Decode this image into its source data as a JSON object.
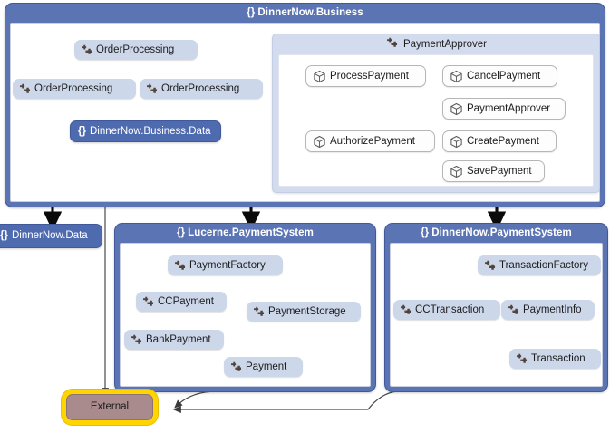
{
  "diagram": {
    "type": "code-map",
    "title": "DinnerNow.Business code map"
  },
  "groups": [
    {
      "id": "dinnernow-business",
      "label": "DinnerNow.Business",
      "brace": "{}",
      "icon": "namespace-icon",
      "header_color": "#5b74b4"
    },
    {
      "id": "lucerne-paymentsystem",
      "label": "Lucerne.PaymentSystem",
      "brace": "{}",
      "icon": "namespace-icon",
      "header_color": "#5b74b4"
    },
    {
      "id": "dinnernow-paymentsystem",
      "label": "DinnerNow.PaymentSystem",
      "brace": "{}",
      "icon": "namespace-icon",
      "header_color": "#5b74b4"
    }
  ],
  "subgroup": {
    "id": "paymentapprover-group",
    "label": "PaymentApprover",
    "icon": "class-icon"
  },
  "business_nodes": [
    {
      "id": "orderprocessing-top",
      "label": "OrderProcessing",
      "icon": "class-icon"
    },
    {
      "id": "orderprocessing-left",
      "label": "OrderProcessing",
      "icon": "class-icon"
    },
    {
      "id": "orderprocessing-right",
      "label": "OrderProcessing",
      "icon": "class-icon"
    }
  ],
  "business_data_node": {
    "id": "dinnernow-business-data",
    "label": "DinnerNow.Business.Data",
    "brace": "{}",
    "icon": "namespace-icon"
  },
  "methods": [
    {
      "id": "processpayment",
      "label": "ProcessPayment",
      "icon": "method-icon"
    },
    {
      "id": "authorizepayment",
      "label": "AuthorizePayment",
      "icon": "method-icon"
    },
    {
      "id": "cancelpayment",
      "label": "CancelPayment",
      "icon": "method-icon"
    },
    {
      "id": "paymentapprover",
      "label": "PaymentApprover",
      "icon": "method-icon"
    },
    {
      "id": "createpayment",
      "label": "CreatePayment",
      "icon": "method-icon"
    },
    {
      "id": "savepayment",
      "label": "SavePayment",
      "icon": "method-icon"
    }
  ],
  "dinnernow_data_node": {
    "id": "dinnernow-data",
    "label": "DinnerNow.Data",
    "brace": "{}",
    "icon": "namespace-icon"
  },
  "lucerne_nodes": [
    {
      "id": "paymentfactory",
      "label": "PaymentFactory",
      "icon": "class-icon"
    },
    {
      "id": "ccpayment",
      "label": "CCPayment",
      "icon": "class-icon"
    },
    {
      "id": "paymentstorage",
      "label": "PaymentStorage",
      "icon": "class-icon"
    },
    {
      "id": "bankpayment",
      "label": "BankPayment",
      "icon": "class-icon"
    },
    {
      "id": "payment",
      "label": "Payment",
      "icon": "class-icon"
    }
  ],
  "dinnernow_payment_nodes": [
    {
      "id": "transactionfactory",
      "label": "TransactionFactory",
      "icon": "class-icon"
    },
    {
      "id": "cctransaction",
      "label": "CCTransaction",
      "icon": "class-icon"
    },
    {
      "id": "paymentinfo",
      "label": "PaymentInfo",
      "icon": "class-icon"
    },
    {
      "id": "transaction",
      "label": "Transaction",
      "icon": "class-icon"
    }
  ],
  "external_node": {
    "id": "external",
    "label": "External",
    "selected": true,
    "fill_color": "#a98b8d",
    "selection_color": "#ffd400"
  },
  "colors": {
    "group_header": "#5b74b4",
    "group_border": "#42589a",
    "class_node_fill": "#ccd7ea",
    "namespace_node_fill": "#4f6bb0",
    "method_node_fill": "#fdfdfd",
    "subgroup_fill": "#d3dcee",
    "edge_thick": "#0a0a0a",
    "edge_thin": "#4a4a4a",
    "external_fill": "#a98b8d",
    "external_selection": "#ffd400",
    "canvas": "#ffffff"
  },
  "edges": [
    {
      "from": "orderprocessing-top",
      "to": "dinnernow-business-data",
      "style": "thick"
    },
    {
      "from": "orderprocessing-top",
      "to": "orderprocessing-right",
      "style": "thick"
    },
    {
      "from": "orderprocessing-left",
      "to": "dinnernow-business-data",
      "style": "thick"
    },
    {
      "from": "orderprocessing-right",
      "to": "dinnernow-business-data",
      "style": "thick"
    },
    {
      "from": "processpayment",
      "to": "authorizepayment",
      "style": "thin"
    },
    {
      "from": "dinnernow-business",
      "to": "dinnernow-data",
      "style": "thick"
    },
    {
      "from": "dinnernow-business",
      "to": "lucerne-paymentsystem",
      "style": "thick"
    },
    {
      "from": "dinnernow-business",
      "to": "dinnernow-paymentsystem",
      "style": "thick"
    },
    {
      "from": "dinnernow-business",
      "to": "external",
      "style": "thin"
    },
    {
      "from": "paymentfactory",
      "to": "bankpayment",
      "style": "thick"
    },
    {
      "from": "paymentfactory",
      "to": "ccpayment",
      "style": "thick"
    },
    {
      "from": "paymentfactory",
      "to": "payment",
      "style": "thick"
    },
    {
      "from": "paymentfactory",
      "to": "paymentstorage",
      "style": "thick"
    },
    {
      "from": "ccpayment",
      "to": "payment",
      "style": "thick"
    },
    {
      "from": "lucerne-paymentsystem",
      "to": "external",
      "style": "thin"
    },
    {
      "from": "transactionfactory",
      "to": "cctransaction",
      "style": "thick"
    },
    {
      "from": "transactionfactory",
      "to": "paymentinfo",
      "style": "thick"
    },
    {
      "from": "transactionfactory",
      "to": "transaction",
      "style": "thick"
    },
    {
      "from": "cctransaction",
      "to": "transaction",
      "style": "thick"
    },
    {
      "from": "dinnernow-paymentsystem",
      "to": "external",
      "style": "thin"
    }
  ]
}
